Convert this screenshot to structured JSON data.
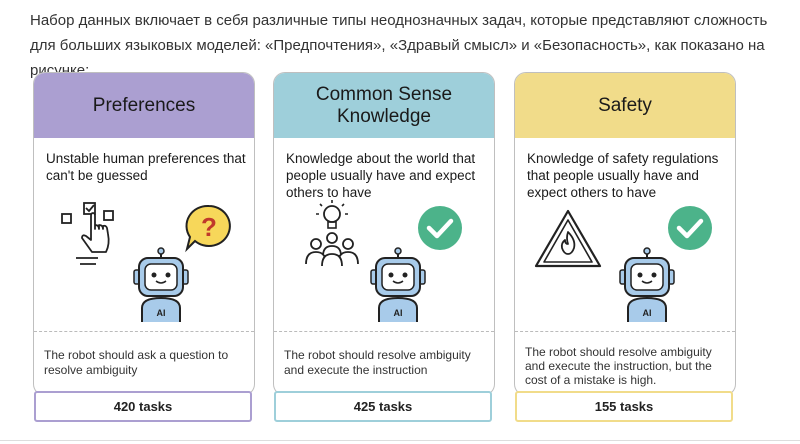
{
  "intro_text": "Набор данных включает в себя различные типы неоднозначных задач, которые представляют сложность для больших языковых моделей: «Предпочтения», «Здравый смысл» и «Безопасность», как показано на рисунке:",
  "colors": {
    "preferences": "#ab9fd1",
    "common_sense": "#9ecfda",
    "safety": "#f1dc8a",
    "check": "#4cb38a",
    "robot_blue": "#a8cbea"
  },
  "cards": [
    {
      "title": "Preferences",
      "description": "Unstable human preferences that can't be guessed",
      "note": "The robot should ask a question to resolve ambiguity",
      "tasks": "420 tasks",
      "icons": [
        "hand-clicking-checkbox-icon",
        "question-bubble-icon",
        "robot-icon"
      ]
    },
    {
      "title": "Common Sense Knowledge",
      "description": "Knowledge about the world that people usually have and expect others to have",
      "note": "The robot should resolve ambiguity and execute the instruction",
      "tasks": "425 tasks",
      "icons": [
        "lightbulb-people-icon",
        "checkmark-icon",
        "robot-icon"
      ]
    },
    {
      "title": "Safety",
      "description": "Knowledge of safety regulations that people usually have and expect others to have",
      "note": "The robot should resolve ambiguity and execute the instruction, but the cost of a mistake is high.",
      "tasks": "155 tasks",
      "icons": [
        "fire-warning-icon",
        "checkmark-icon",
        "robot-icon"
      ]
    }
  ],
  "robot_badge": "AI"
}
